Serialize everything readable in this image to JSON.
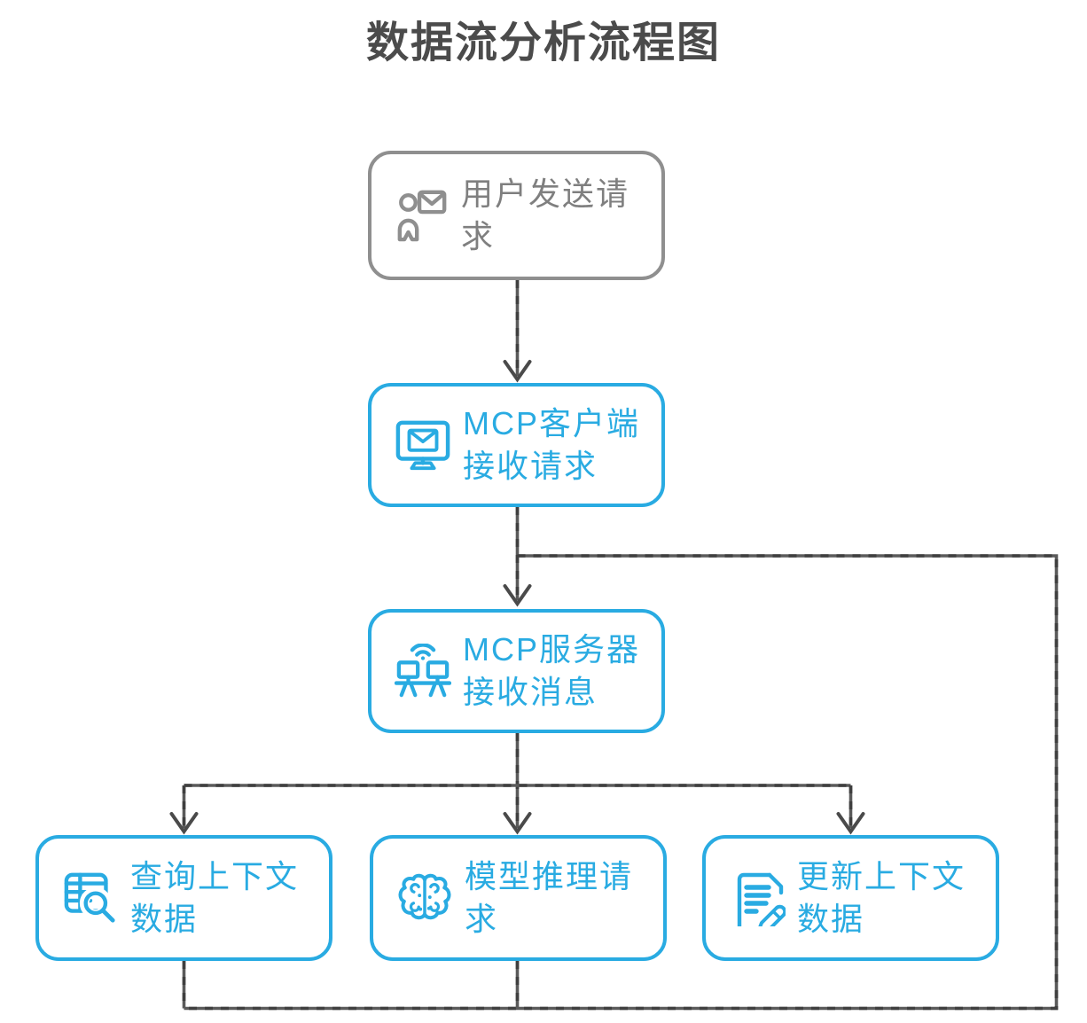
{
  "title": "数据流分析流程图",
  "colors": {
    "background": "#ffffff",
    "title": "#4b4b4b",
    "accent": "#29abe2",
    "node_gray_border": "#8f8f8f",
    "node_gray_text": "#7f7f7f",
    "line": "#5a5a5a",
    "line_dark": "#3f3f3f",
    "line_head": "#4a4a4a"
  },
  "nodes": [
    {
      "id": "user-send-request",
      "label": "用户发送请求",
      "icon": "user-message-icon"
    },
    {
      "id": "mcp-client-receive",
      "label": "MCP客户端接收请求",
      "icon": "monitor-mail-icon"
    },
    {
      "id": "mcp-server-receive",
      "label": "MCP服务器接收消息",
      "icon": "network-devices-icon"
    },
    {
      "id": "query-context-data",
      "label": "查询上下文数据",
      "icon": "table-search-icon"
    },
    {
      "id": "model-inference-request",
      "label": "模型推理请求",
      "icon": "brain-icon"
    },
    {
      "id": "update-context-data",
      "label": "更新上下文数据",
      "icon": "document-edit-icon"
    }
  ],
  "edges": [
    {
      "from": "user-send-request",
      "to": "mcp-client-receive"
    },
    {
      "from": "mcp-client-receive",
      "to": "mcp-server-receive"
    },
    {
      "from": "mcp-server-receive",
      "to": "query-context-data"
    },
    {
      "from": "mcp-server-receive",
      "to": "model-inference-request"
    },
    {
      "from": "mcp-server-receive",
      "to": "update-context-data"
    },
    {
      "from": "query-context-data",
      "to": "mcp-server-receive"
    },
    {
      "from": "model-inference-request",
      "to": "mcp-server-receive"
    }
  ]
}
